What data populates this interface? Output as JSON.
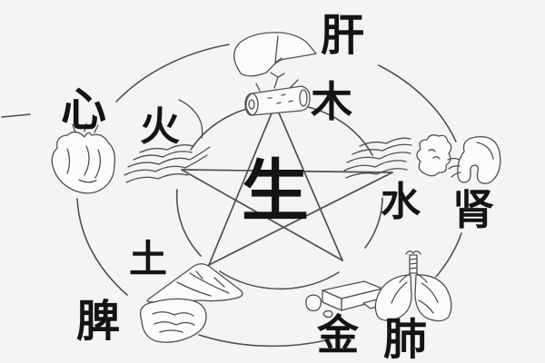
{
  "center": {
    "character": "生"
  },
  "elements": [
    {
      "name": "wood",
      "element_char": "木",
      "organ_char": "肝",
      "element_icon": "wood-log-icon",
      "organ_icon": "liver-icon"
    },
    {
      "name": "fire",
      "element_char": "火",
      "organ_char": "心",
      "element_icon": "flames-icon",
      "organ_icon": "heart-icon"
    },
    {
      "name": "earth",
      "element_char": "土",
      "organ_char": "脾",
      "element_icon": "earth-mound-icon",
      "organ_icon": "spleen-icon"
    },
    {
      "name": "metal",
      "element_char": "金",
      "organ_char": "肺",
      "element_icon": "metal-ingots-icon",
      "organ_icon": "lungs-icon"
    },
    {
      "name": "water",
      "element_char": "水",
      "organ_char": "肾",
      "element_icon": "water-waves-icon",
      "organ_icon": "kidney-icon"
    }
  ],
  "colors": {
    "ink": "#141414",
    "sketch": "#4f4f4f",
    "background": "#f4f4f2"
  }
}
